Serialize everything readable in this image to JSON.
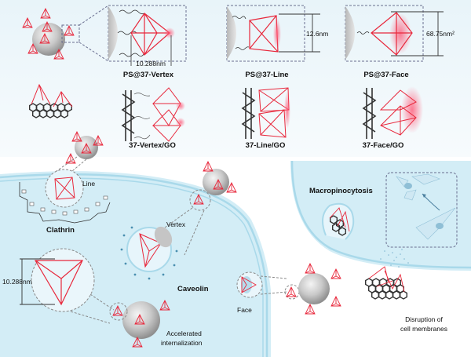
{
  "top_panel": {
    "constructs": [
      {
        "label": "PS@37-Vertex",
        "dimension": "10.288nm"
      },
      {
        "label": "PS@37-Line",
        "dimension": "12.6nm"
      },
      {
        "label": "PS@37-Face",
        "dimension": "68.75nm²"
      }
    ],
    "go_constructs": [
      {
        "label": "37-Vertex/GO"
      },
      {
        "label": "37-Line/GO"
      },
      {
        "label": "37-Face/GO"
      }
    ]
  },
  "bottom_panel": {
    "pathways": {
      "line": "Line",
      "clathrin": "Clathrin",
      "vertex": "Vertex",
      "caveolin": "Caveolin",
      "face": "Face",
      "macropinocytosis": "Macropinocytosis"
    },
    "inset_dimension": "10.288nm",
    "outcomes": {
      "accelerated_1": "Accelerated",
      "accelerated_2": "internalization",
      "disruption_1": "Disruption of",
      "disruption_2": "cell membranes"
    }
  },
  "colors": {
    "dna_red": "#e8283c",
    "dna_blue": "#9aa8e0",
    "cell_blue": "#cdebf5",
    "membrane": "#9fd3e6",
    "graphene": "#3a3a3a",
    "particle": "#c8c8c8",
    "dashed_box": "#6a6f90",
    "top_bg": "#eef6fa"
  }
}
